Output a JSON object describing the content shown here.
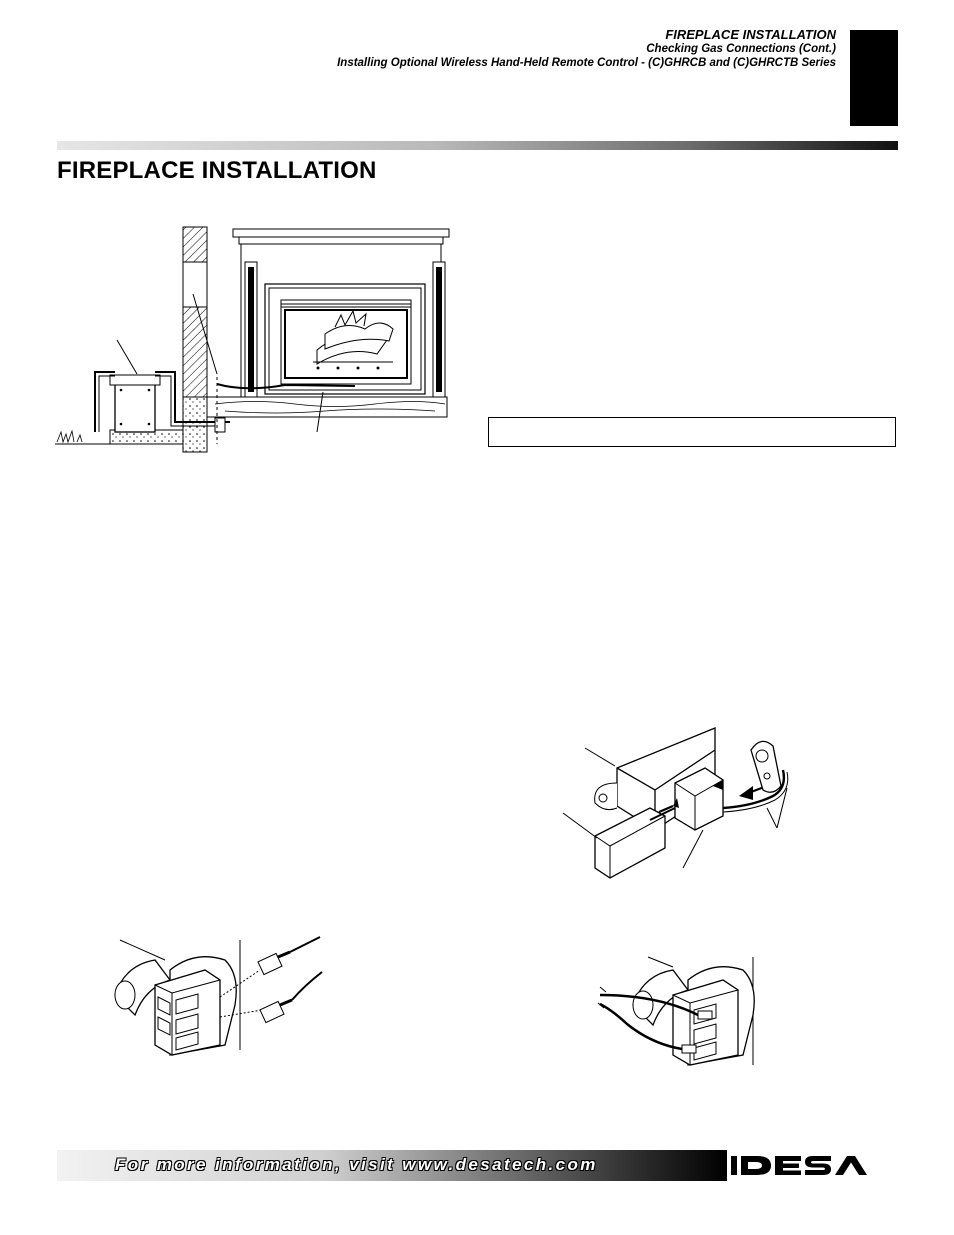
{
  "header": {
    "title": "FIREPLACE INSTALLATION",
    "subtitle1": "Checking Gas Connections (Cont.)",
    "subtitle2": "Installing Optional Wireless Hand-Held Remote Control - (C)GHRCB and (C)GHRCTB Series"
  },
  "section": {
    "title": "FIREPLACE INSTALLATION"
  },
  "footer": {
    "text": "For more information, visit www.desatech.com",
    "logo_text": "DESA"
  },
  "colors": {
    "ink": "#000000",
    "paper": "#ffffff",
    "bar_gray": "#b9b9b9"
  },
  "figures": [
    {
      "name": "fireplace-gas-connection-illustration"
    },
    {
      "name": "remote-receiver-battery-illustration"
    },
    {
      "name": "valve-terminal-wires-detached-illustration"
    },
    {
      "name": "valve-terminal-wires-connected-illustration"
    }
  ]
}
